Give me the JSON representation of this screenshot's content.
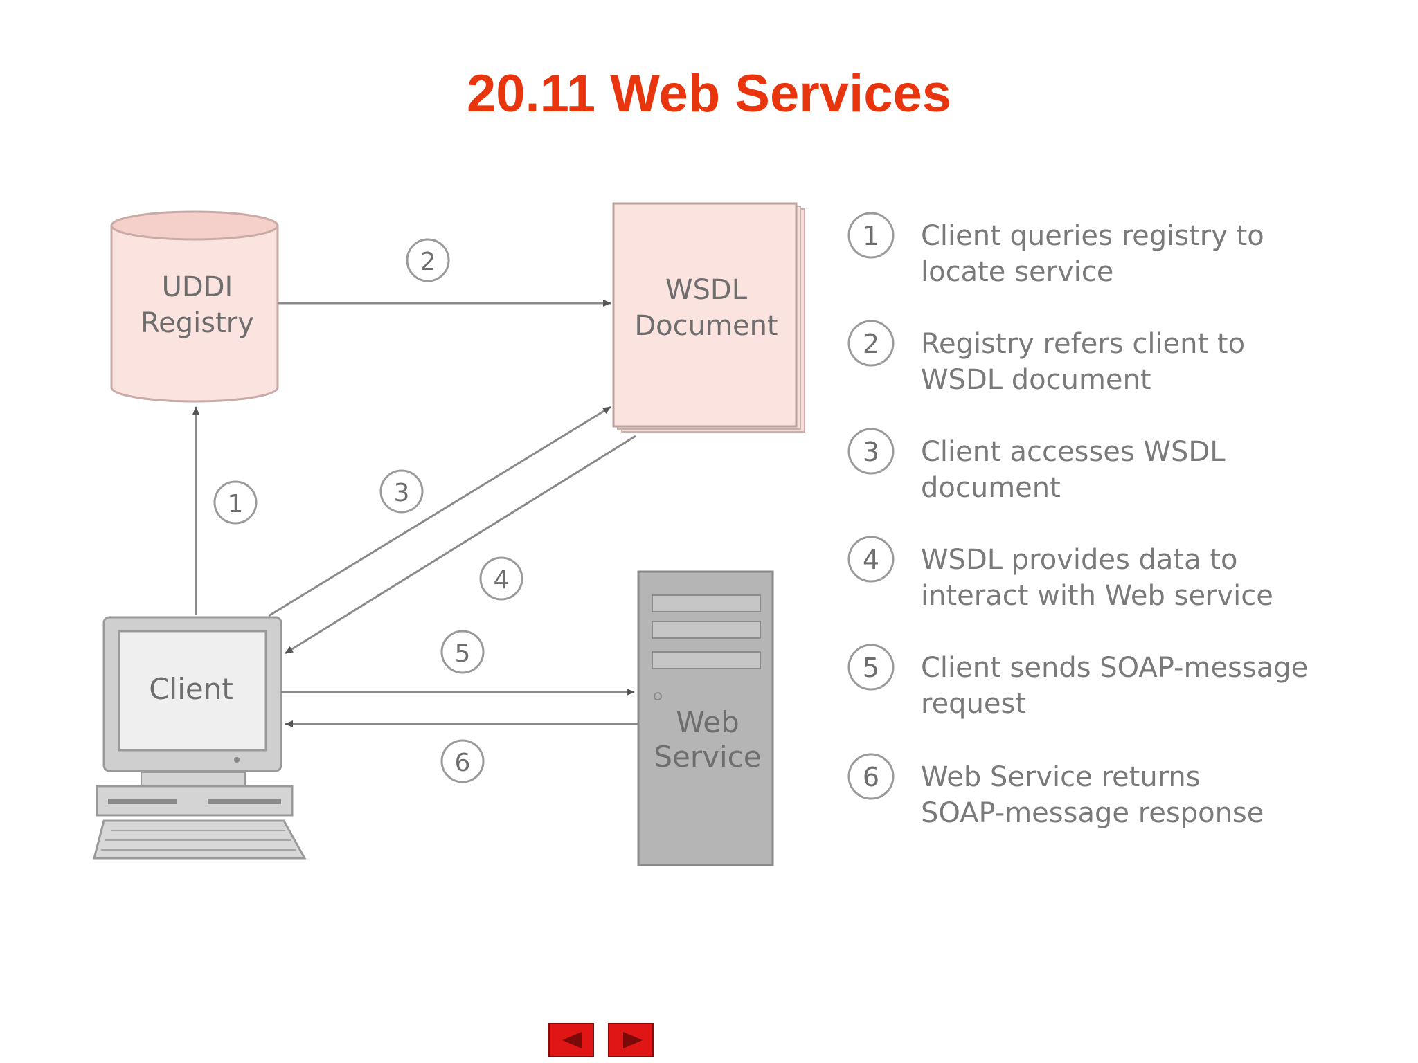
{
  "slide": {
    "title": "20.11  Web Services"
  },
  "diagram": {
    "uddi": {
      "line1": "UDDI",
      "line2": "Registry"
    },
    "wsdl": {
      "line1": "WSDL",
      "line2": "Document"
    },
    "client": {
      "label": "Client"
    },
    "webservice": {
      "line1": "Web",
      "line2": "Service"
    },
    "arrows": [
      {
        "num": "1"
      },
      {
        "num": "2"
      },
      {
        "num": "3"
      },
      {
        "num": "4"
      },
      {
        "num": "5"
      },
      {
        "num": "6"
      }
    ]
  },
  "legend": [
    {
      "num": "1",
      "line1": "Client queries registry to",
      "line2": "locate service"
    },
    {
      "num": "2",
      "line1": "Registry refers client to",
      "line2": "WSDL document"
    },
    {
      "num": "3",
      "line1": "Client accesses WSDL",
      "line2": "document"
    },
    {
      "num": "4",
      "line1": "WSDL provides data to",
      "line2": "interact with Web service"
    },
    {
      "num": "5",
      "line1": "Client sends SOAP-message",
      "line2": "request"
    },
    {
      "num": "6",
      "line1": "Web Service returns",
      "line2": "SOAP-message response"
    }
  ],
  "colors": {
    "title": "#e8350d",
    "box_fill": "#fbe3df",
    "line": "#8a8a8a",
    "nav": "#e01515"
  },
  "nav": {
    "prev_icon": "left-triangle-icon",
    "next_icon": "right-triangle-icon"
  }
}
